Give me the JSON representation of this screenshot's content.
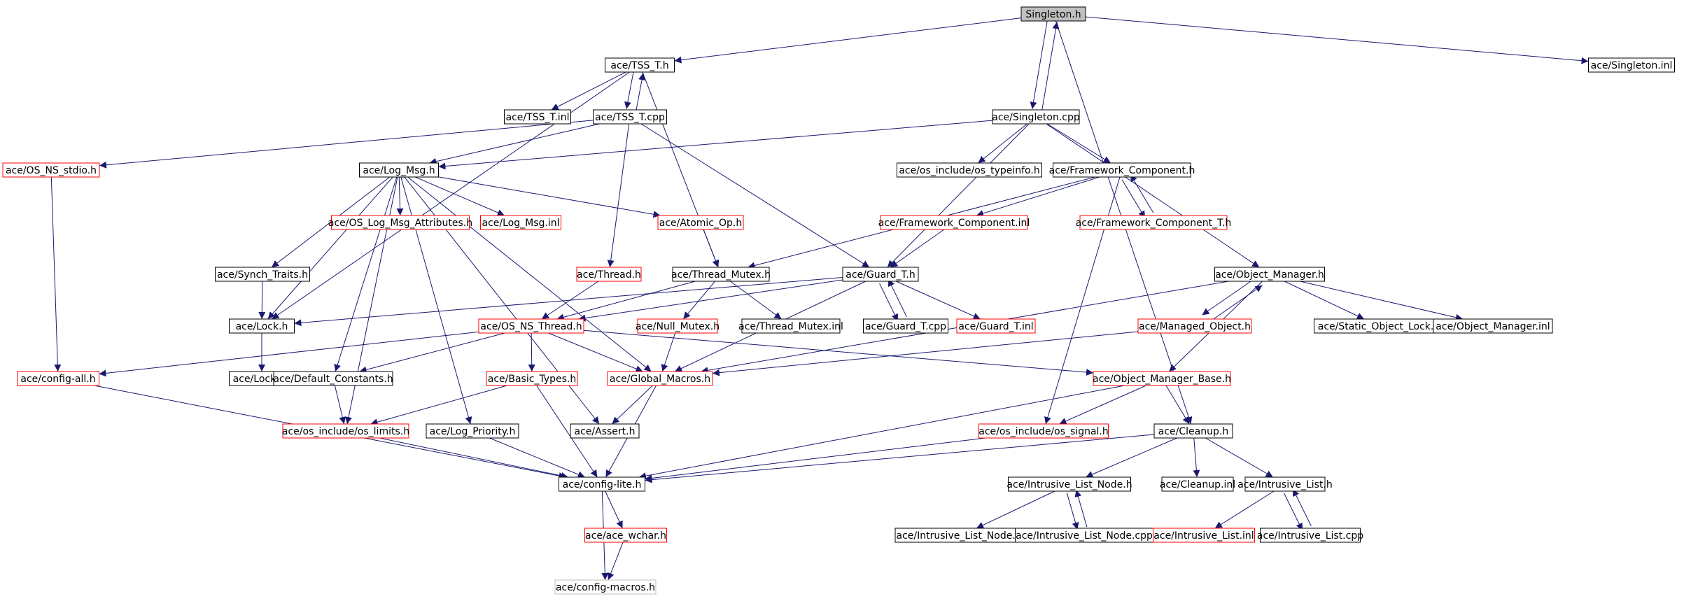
{
  "colors": {
    "edge": "#191970",
    "normal_border": "#000000",
    "red_border": "#ff0000",
    "gray_border": "#bfbfbf",
    "root_fill": "#bfbfbf"
  },
  "nodes": [
    {
      "id": "singleton_h",
      "label": "Singleton.h",
      "style": "root"
    },
    {
      "id": "tss_t_h",
      "label": "ace/TSS_T.h",
      "style": "normal"
    },
    {
      "id": "singleton_inl",
      "label": "ace/Singleton.inl",
      "style": "normal"
    },
    {
      "id": "tss_t_inl",
      "label": "ace/TSS_T.inl",
      "style": "normal"
    },
    {
      "id": "tss_t_cpp",
      "label": "ace/TSS_T.cpp",
      "style": "normal"
    },
    {
      "id": "singleton_cpp",
      "label": "ace/Singleton.cpp",
      "style": "normal"
    },
    {
      "id": "os_ns_stdio",
      "label": "ace/OS_NS_stdio.h",
      "style": "red"
    },
    {
      "id": "log_msg_h",
      "label": "ace/Log_Msg.h",
      "style": "normal"
    },
    {
      "id": "os_typeinfo",
      "label": "ace/os_include/os_typeinfo.h",
      "style": "normal"
    },
    {
      "id": "framework_component_h",
      "label": "ace/Framework_Component.h",
      "style": "normal"
    },
    {
      "id": "os_log_msg_attr",
      "label": "ace/OS_Log_Msg_Attributes.h",
      "style": "red"
    },
    {
      "id": "log_msg_inl",
      "label": "ace/Log_Msg.inl",
      "style": "red"
    },
    {
      "id": "atomic_op",
      "label": "ace/Atomic_Op.h",
      "style": "red"
    },
    {
      "id": "framework_component_inl",
      "label": "ace/Framework_Component.inl",
      "style": "red"
    },
    {
      "id": "framework_component_t",
      "label": "ace/Framework_Component_T.h",
      "style": "red"
    },
    {
      "id": "synch_traits",
      "label": "ace/Synch_Traits.h",
      "style": "normal"
    },
    {
      "id": "thread_h",
      "label": "ace/Thread.h",
      "style": "red"
    },
    {
      "id": "thread_mutex_h",
      "label": "ace/Thread_Mutex.h",
      "style": "normal"
    },
    {
      "id": "guard_t_h",
      "label": "ace/Guard_T.h",
      "style": "normal"
    },
    {
      "id": "object_manager_h",
      "label": "ace/Object_Manager.h",
      "style": "normal"
    },
    {
      "id": "lock_h",
      "label": "ace/Lock.h",
      "style": "normal"
    },
    {
      "id": "os_ns_thread",
      "label": "ace/OS_NS_Thread.h",
      "style": "red"
    },
    {
      "id": "null_mutex",
      "label": "ace/Null_Mutex.h",
      "style": "red"
    },
    {
      "id": "thread_mutex_inl",
      "label": "ace/Thread_Mutex.inl",
      "style": "normal"
    },
    {
      "id": "guard_t_cpp",
      "label": "ace/Guard_T.cpp",
      "style": "normal"
    },
    {
      "id": "guard_t_inl",
      "label": "ace/Guard_T.inl",
      "style": "red"
    },
    {
      "id": "managed_object",
      "label": "ace/Managed_Object.h",
      "style": "red"
    },
    {
      "id": "static_object_lock",
      "label": "ace/Static_Object_Lock.h",
      "style": "normal"
    },
    {
      "id": "object_manager_inl",
      "label": "ace/Object_Manager.inl",
      "style": "normal"
    },
    {
      "id": "config_all",
      "label": "ace/config-all.h",
      "style": "red"
    },
    {
      "id": "lock_inl",
      "label": "ace/Lock.inl",
      "style": "normal"
    },
    {
      "id": "default_constants",
      "label": "ace/Default_Constants.h",
      "style": "normal"
    },
    {
      "id": "basic_types",
      "label": "ace/Basic_Types.h",
      "style": "red"
    },
    {
      "id": "global_macros",
      "label": "ace/Global_Macros.h",
      "style": "red"
    },
    {
      "id": "object_manager_base",
      "label": "ace/Object_Manager_Base.h",
      "style": "red"
    },
    {
      "id": "os_limits",
      "label": "ace/os_include/os_limits.h",
      "style": "red"
    },
    {
      "id": "log_priority",
      "label": "ace/Log_Priority.h",
      "style": "normal"
    },
    {
      "id": "assert_h",
      "label": "ace/Assert.h",
      "style": "normal"
    },
    {
      "id": "os_signal",
      "label": "ace/os_include/os_signal.h",
      "style": "red"
    },
    {
      "id": "cleanup_h",
      "label": "ace/Cleanup.h",
      "style": "normal"
    },
    {
      "id": "config_lite",
      "label": "ace/config-lite.h",
      "style": "normal"
    },
    {
      "id": "intrusive_list_node_h",
      "label": "ace/Intrusive_List_Node.h",
      "style": "normal"
    },
    {
      "id": "cleanup_inl",
      "label": "ace/Cleanup.inl",
      "style": "normal"
    },
    {
      "id": "intrusive_list_h",
      "label": "ace/Intrusive_List.h",
      "style": "normal"
    },
    {
      "id": "ace_wchar",
      "label": "ace/ace_wchar.h",
      "style": "red"
    },
    {
      "id": "intrusive_list_node_inl",
      "label": "ace/Intrusive_List_Node.inl",
      "style": "normal"
    },
    {
      "id": "intrusive_list_node_cpp",
      "label": "ace/Intrusive_List_Node.cpp",
      "style": "normal"
    },
    {
      "id": "intrusive_list_inl",
      "label": "ace/Intrusive_List.inl",
      "style": "red"
    },
    {
      "id": "intrusive_list_cpp",
      "label": "ace/Intrusive_List.cpp",
      "style": "normal"
    },
    {
      "id": "config_macros",
      "label": "ace/config-macros.h",
      "style": "gray"
    }
  ],
  "edges": [
    [
      "singleton_h",
      "tss_t_h"
    ],
    [
      "singleton_h",
      "singleton_inl"
    ],
    [
      "singleton_h",
      "singleton_cpp"
    ],
    [
      "singleton_h",
      "cleanup_h"
    ],
    [
      "singleton_cpp",
      "singleton_h"
    ],
    [
      "tss_t_h",
      "tss_t_inl"
    ],
    [
      "tss_t_h",
      "tss_t_cpp"
    ],
    [
      "tss_t_h",
      "lock_h"
    ],
    [
      "tss_t_h",
      "thread_mutex_h"
    ],
    [
      "tss_t_cpp",
      "tss_t_h"
    ],
    [
      "tss_t_cpp",
      "os_ns_stdio"
    ],
    [
      "tss_t_cpp",
      "log_msg_h"
    ],
    [
      "tss_t_cpp",
      "thread_h"
    ],
    [
      "tss_t_cpp",
      "guard_t_h"
    ],
    [
      "singleton_cpp",
      "log_msg_h"
    ],
    [
      "singleton_cpp",
      "os_typeinfo"
    ],
    [
      "singleton_cpp",
      "framework_component_h"
    ],
    [
      "singleton_cpp",
      "guard_t_h"
    ],
    [
      "singleton_cpp",
      "object_manager_h"
    ],
    [
      "os_ns_stdio",
      "config_all"
    ],
    [
      "log_msg_h",
      "os_log_msg_attr"
    ],
    [
      "log_msg_h",
      "log_msg_inl"
    ],
    [
      "log_msg_h",
      "atomic_op"
    ],
    [
      "log_msg_h",
      "synch_traits"
    ],
    [
      "log_msg_h",
      "lock_h"
    ],
    [
      "log_msg_h",
      "default_constants"
    ],
    [
      "log_msg_h",
      "global_macros"
    ],
    [
      "log_msg_h",
      "os_limits"
    ],
    [
      "log_msg_h",
      "log_priority"
    ],
    [
      "log_msg_h",
      "assert_h"
    ],
    [
      "framework_component_h",
      "framework_component_inl"
    ],
    [
      "framework_component_h",
      "framework_component_t"
    ],
    [
      "framework_component_h",
      "thread_mutex_h"
    ],
    [
      "framework_component_h",
      "os_signal"
    ],
    [
      "framework_component_t",
      "framework_component_h"
    ],
    [
      "framework_component_inl",
      "guard_t_h"
    ],
    [
      "atomic_op",
      "thread_mutex_h"
    ],
    [
      "synch_traits",
      "lock_h"
    ],
    [
      "thread_h",
      "os_ns_thread"
    ],
    [
      "thread_mutex_h",
      "os_ns_thread"
    ],
    [
      "thread_mutex_h",
      "null_mutex"
    ],
    [
      "thread_mutex_h",
      "thread_mutex_inl"
    ],
    [
      "guard_t_h",
      "lock_h"
    ],
    [
      "guard_t_h",
      "os_ns_thread"
    ],
    [
      "guard_t_h",
      "guard_t_cpp"
    ],
    [
      "guard_t_h",
      "guard_t_inl"
    ],
    [
      "guard_t_h",
      "global_macros"
    ],
    [
      "guard_t_cpp",
      "guard_t_h"
    ],
    [
      "object_manager_h",
      "managed_object"
    ],
    [
      "object_manager_h",
      "static_object_lock"
    ],
    [
      "object_manager_h",
      "object_manager_inl"
    ],
    [
      "object_manager_h",
      "object_manager_base"
    ],
    [
      "object_manager_h",
      "global_macros"
    ],
    [
      "managed_object",
      "object_manager_h"
    ],
    [
      "managed_object",
      "global_macros"
    ],
    [
      "lock_h",
      "lock_inl"
    ],
    [
      "os_ns_thread",
      "config_all"
    ],
    [
      "os_ns_thread",
      "default_constants"
    ],
    [
      "os_ns_thread",
      "basic_types"
    ],
    [
      "os_ns_thread",
      "global_macros"
    ],
    [
      "os_ns_thread",
      "object_manager_base"
    ],
    [
      "null_mutex",
      "global_macros"
    ],
    [
      "config_all",
      "config_lite"
    ],
    [
      "default_constants",
      "os_limits"
    ],
    [
      "basic_types",
      "os_limits"
    ],
    [
      "basic_types",
      "config_lite"
    ],
    [
      "global_macros",
      "assert_h"
    ],
    [
      "global_macros",
      "config_lite"
    ],
    [
      "object_manager_base",
      "os_signal"
    ],
    [
      "object_manager_base",
      "cleanup_h"
    ],
    [
      "object_manager_base",
      "config_lite"
    ],
    [
      "os_limits",
      "config_lite"
    ],
    [
      "log_priority",
      "config_lite"
    ],
    [
      "os_signal",
      "config_lite"
    ],
    [
      "cleanup_h",
      "config_lite"
    ],
    [
      "cleanup_h",
      "intrusive_list_node_h"
    ],
    [
      "cleanup_h",
      "cleanup_inl"
    ],
    [
      "cleanup_h",
      "intrusive_list_h"
    ],
    [
      "config_lite",
      "ace_wchar"
    ],
    [
      "config_lite",
      "config_macros"
    ],
    [
      "ace_wchar",
      "config_macros"
    ],
    [
      "intrusive_list_node_h",
      "intrusive_list_node_inl"
    ],
    [
      "intrusive_list_node_h",
      "intrusive_list_node_cpp"
    ],
    [
      "intrusive_list_node_cpp",
      "intrusive_list_node_h"
    ],
    [
      "intrusive_list_h",
      "intrusive_list_inl"
    ],
    [
      "intrusive_list_h",
      "intrusive_list_cpp"
    ],
    [
      "intrusive_list_cpp",
      "intrusive_list_h"
    ]
  ]
}
